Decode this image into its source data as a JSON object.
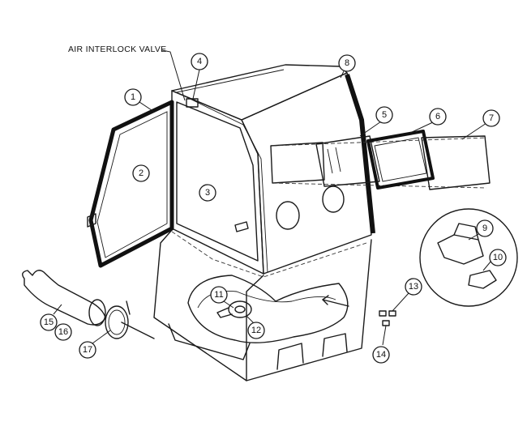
{
  "labels": {
    "air_interlock": "AIR INTERLOCK VALVE"
  },
  "callouts": [
    "1",
    "2",
    "3",
    "4",
    "5",
    "6",
    "7",
    "8",
    "9",
    "10",
    "11",
    "12",
    "13",
    "14",
    "15",
    "16",
    "17"
  ]
}
